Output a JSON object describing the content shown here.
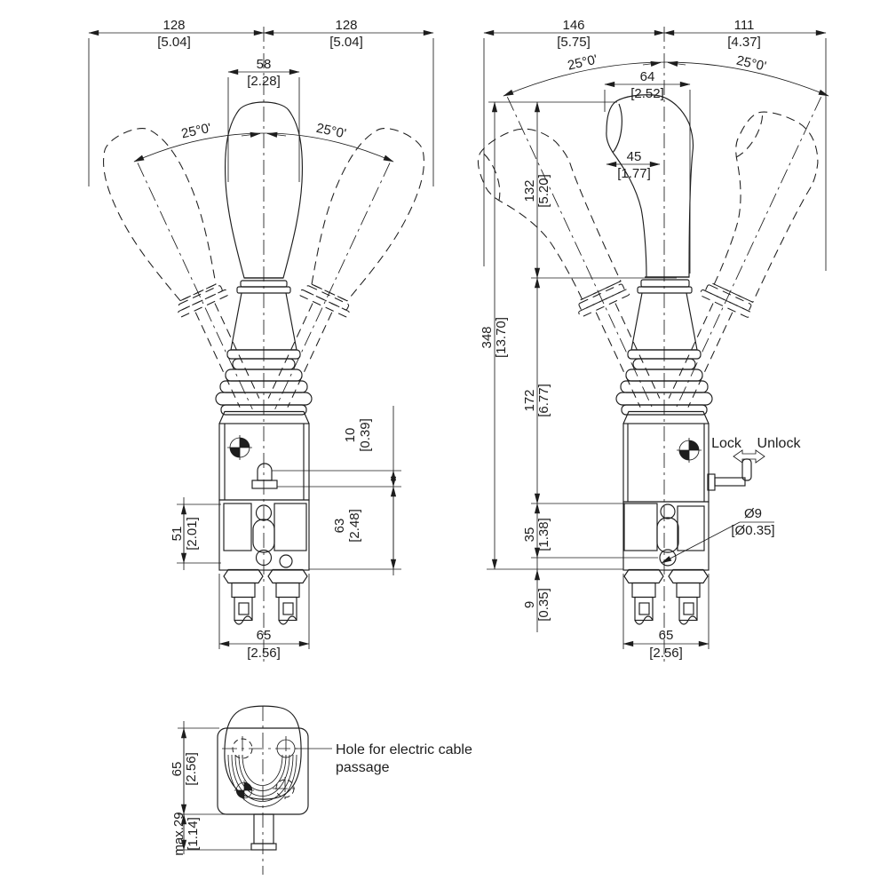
{
  "drawing": {
    "line_color": "#1d1d1d",
    "hole_fill_color": "#b0b0b0",
    "front_view": {
      "throw_left_mm": "128",
      "throw_left_in": "[5.04]",
      "throw_right_mm": "128",
      "throw_right_in": "[5.04]",
      "knob_width_mm": "58",
      "knob_width_in": "[2.28]",
      "angle_left": "25°0'",
      "angle_right": "25°0'",
      "port_offset_mm": "10",
      "port_offset_in": "[0.39]",
      "body_height_mm": "63",
      "body_height_in": "[2.48]",
      "valve_height_mm": "51",
      "valve_height_in": "[2.01]",
      "base_width_mm": "65",
      "base_width_in": "[2.56]"
    },
    "side_view": {
      "throw_left_mm": "146",
      "throw_left_in": "[5.75]",
      "throw_right_mm": "111",
      "throw_right_in": "[4.37]",
      "angle_left": "25°0'",
      "angle_right": "25°0'",
      "grip_width_mm": "64",
      "grip_width_in": "[2.52]",
      "grip_depth_mm": "45",
      "grip_depth_in": "[1.77]",
      "handle_length_mm": "132",
      "handle_length_in": "[5.20]",
      "total_height_mm": "348",
      "total_height_in": "[13.70]",
      "pivot_height_mm": "172",
      "pivot_height_in": "[6.77]",
      "valve_offset_mm": "35",
      "valve_offset_in": "[1.38]",
      "port_offset_mm": "9",
      "port_offset_in": "[0.35]",
      "base_width_mm": "65",
      "base_width_in": "[2.56]",
      "hole_dia_mm": "Ø9",
      "hole_dia_in": "[Ø0.35]",
      "lock_label": "Lock",
      "unlock_label": "Unlock"
    },
    "top_view": {
      "base_depth_mm": "65",
      "base_depth_in": "[2.56]",
      "stem_length_mm": "max.29",
      "stem_length_in": "[1.14]",
      "cable_note_line1": "Hole for electric cable",
      "cable_note_line2": "passage"
    }
  }
}
